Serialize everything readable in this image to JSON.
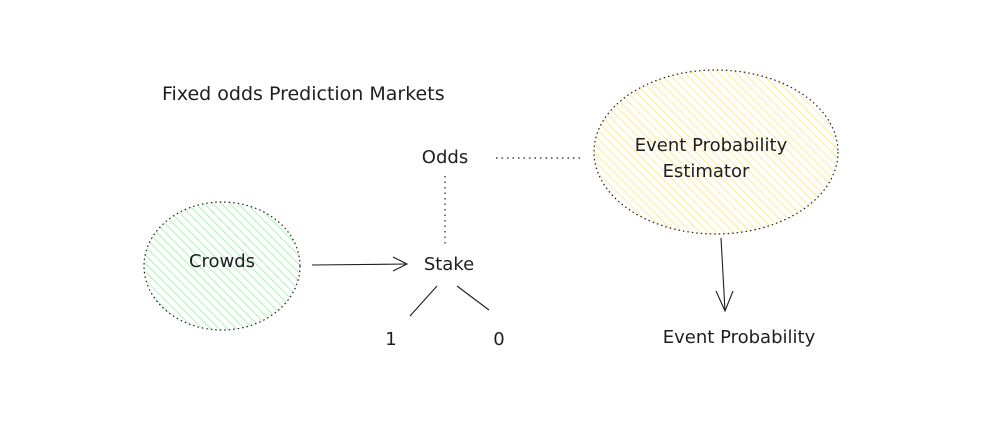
{
  "title": "Fixed odds Prediction Markets",
  "nodes": {
    "crowds": {
      "label": "Crowds"
    },
    "stake": {
      "label": "Stake"
    },
    "odds": {
      "label": "Odds"
    },
    "outcome_one": {
      "label": "1"
    },
    "outcome_zero": {
      "label": "0"
    },
    "estimator": {
      "label_line1": "Event Probability",
      "label_line2": "Estimator"
    },
    "event_probability": {
      "label": "Event Probability"
    }
  },
  "colors": {
    "stroke": "#1e1e1e",
    "crowds_fill": "#b2f2bb",
    "estimator_fill": "#ffec99",
    "background": "#ffffff"
  }
}
